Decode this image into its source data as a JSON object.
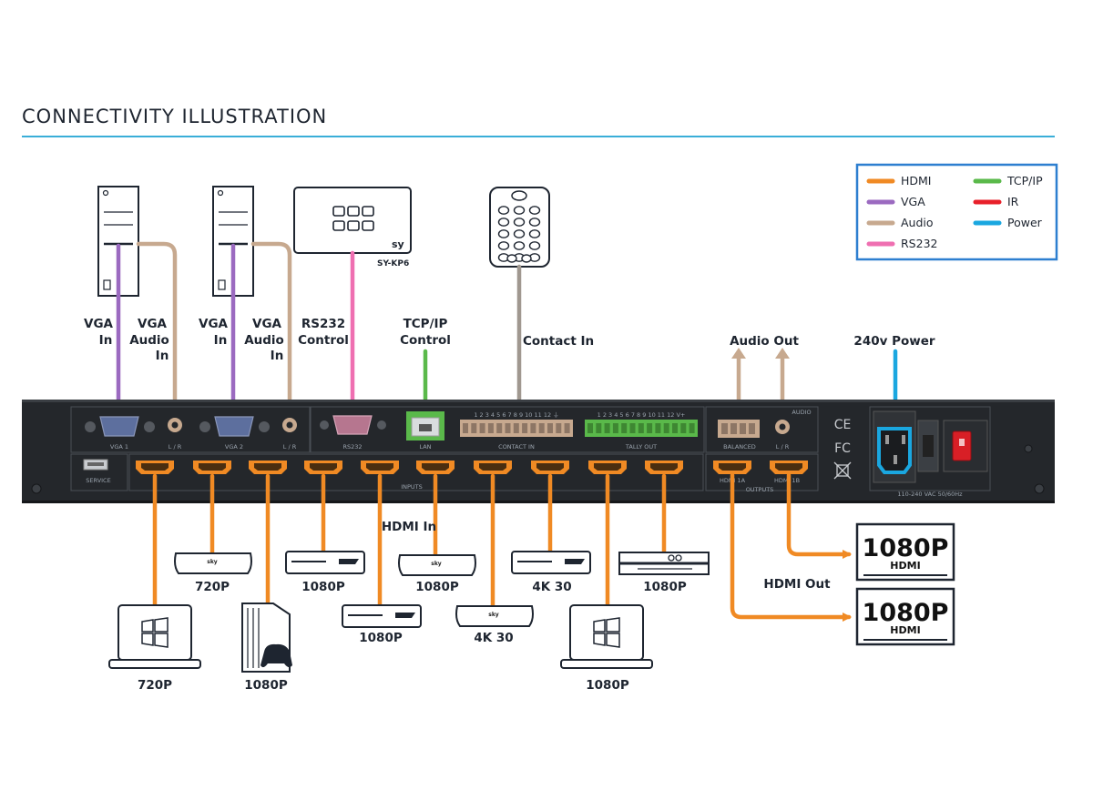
{
  "title": "CONNECTIVITY ILLUSTRATION",
  "colors": {
    "hdmi": "#f08a24",
    "vga": "#9b6ac0",
    "audio": "#c7a98f",
    "rs232": "#ef6fb1",
    "tcpip": "#5ab94a",
    "ir": "#e8202a",
    "power": "#1aa7e0",
    "contact": "#a09890",
    "accent_rule": "#3aaed8",
    "legend_border": "#2d7fd0"
  },
  "legend": {
    "hdmi": "HDMI",
    "vga": "VGA",
    "audio": "Audio",
    "rs232": "RS232",
    "tcpip": "TCP/IP",
    "ir": "IR",
    "power": "Power"
  },
  "labels": {
    "vga_in": [
      "VGA",
      "In"
    ],
    "vga_audio_in": [
      "VGA",
      "Audio",
      "In"
    ],
    "rs232_control": [
      "RS232",
      "Control"
    ],
    "tcpip_control": [
      "TCP/IP",
      "Control"
    ],
    "contact_in": "Contact In",
    "audio_out": "Audio Out",
    "power_240v": "240v Power",
    "hdmi_in": "HDMI In",
    "hdmi_out": "HDMI Out",
    "keypad_model": "SY-KP6",
    "keypad_logo": "sy"
  },
  "panel": {
    "vga1": "VGA 1",
    "vga2": "VGA 2",
    "lr": "L / R",
    "rs232": "RS232",
    "lan": "LAN",
    "contact_in": "CONTACT IN",
    "contact_nums": "1 2 3 4 5 6 7 8 9 10 11 12 ⏚",
    "tally_out": "TALLY OUT",
    "tally_nums": "1 2 3 4 5 6 7 8 9 10 11 12 V+",
    "balanced": "BALANCED",
    "audio": "AUDIO",
    "service": "SERVICE",
    "inputs": "INPUTS",
    "outputs": "OUTPUTS",
    "hdmi_1a": "HDMI 1A",
    "hdmi_1b": "HDMI 1B",
    "power_spec": "110-240 VAC 50/60Hz",
    "ce": "CE",
    "fc": "FC"
  },
  "sources": [
    {
      "label": "720P"
    },
    {
      "label": "720P"
    },
    {
      "label": "1080P"
    },
    {
      "label": "1080P"
    },
    {
      "label": "1080P"
    },
    {
      "label": "1080P"
    },
    {
      "label": "4K 30"
    },
    {
      "label": "4K 30"
    },
    {
      "label": "1080P"
    },
    {
      "label": "1080P"
    }
  ],
  "displays": [
    {
      "resolution": "1080P",
      "type": "HDMI"
    },
    {
      "resolution": "1080P",
      "type": "HDMI"
    }
  ],
  "sky_logo": "sky"
}
